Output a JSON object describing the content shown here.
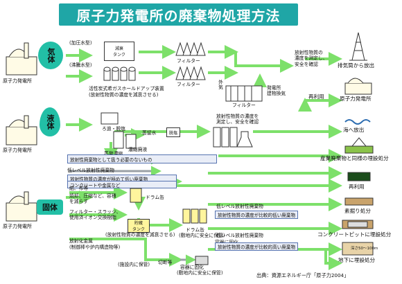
{
  "title": "原子力発電所の廃棄物処理方法",
  "plants": {
    "label": "原子力発電所"
  },
  "bubbles": {
    "gas": "気体",
    "liquid": "液体",
    "solid": "固体"
  },
  "gas": {
    "pwr": "(加圧水型)",
    "bwr": "(沸騰水型)",
    "tank": "減衰\nタンク",
    "holdup": "活性炭式希ガスホールドアップ装置",
    "holdup_note": "(放射性物質の濃度を減衰させる)",
    "filter1": "フィルター",
    "filter2": "フィルター",
    "outside_air": "外気",
    "filter3": "フィルター",
    "building_vent": "発電所\n建物換気",
    "measure": "放射性物質の\n濃度を測定し、\n安全を確認",
    "exhaust": "排気筒から放出"
  },
  "liquid": {
    "filtration": "ろ過・脱塩",
    "distilled": "蒸留水",
    "desalt": "脱塩",
    "concentrate": "蒸発濃縮",
    "waste_liquid": "濃縮廃液",
    "measure": "放射性物質の濃度を\n測定し、安全を確認",
    "reuse": "再利用",
    "sea": "海へ放出"
  },
  "solid": {
    "paper": "紙、布等",
    "burn": "焼却、圧縮など、容積\nを減らす",
    "filter_sludge": "フィルター・スラッジ、\n使用済イオン交換樹脂",
    "drum1": "ドラム缶",
    "storage_tank": "貯蔵\nタンク",
    "reduce_note": "(放射性物質の濃度を減衰させる)",
    "metal": "放射化金属",
    "metal_note": "(制御棒や炉内構造物等)",
    "onsite": "(施設内に保管)",
    "cut": "切断等",
    "drum2": "ドラム缶",
    "drum2_note": "(敷地内に安全に保管)",
    "container": "容器に固化",
    "container2": "容器に固化",
    "container2_note": "(敷地内に安全に保管)"
  },
  "categories": {
    "not_radioactive": "放射性廃棄物として扱う必要のないもの",
    "low_level": "低レベル放射性廃棄物",
    "very_low": "放射性物質の濃度が極めて低い廃棄物",
    "concrete": "コンクリートや金属など",
    "low_level2": "低レベル放射性廃棄物",
    "relatively_low": "放射性物質の濃度が比較的低い廃棄物",
    "low_level3": "低レベル放射性廃棄物",
    "relatively_high": "放射性物質の濃度が比較的高い廃棄物"
  },
  "destinations": {
    "exhaust": "排気筒から放出",
    "reuse_plant": "原子力発電所",
    "reuse_label": "再利用",
    "sea": "海へ放出",
    "industrial": "産業廃棄物と同様の埋設処分",
    "recycle": "再利用",
    "trench": "素掘り処分",
    "pit": "コンクリートピットに埋設処分",
    "underground": "地下に埋設処分",
    "depth_text": "深さ50〜100m"
  },
  "source": "出典：資源エネルギー庁「原子力2004」"
}
